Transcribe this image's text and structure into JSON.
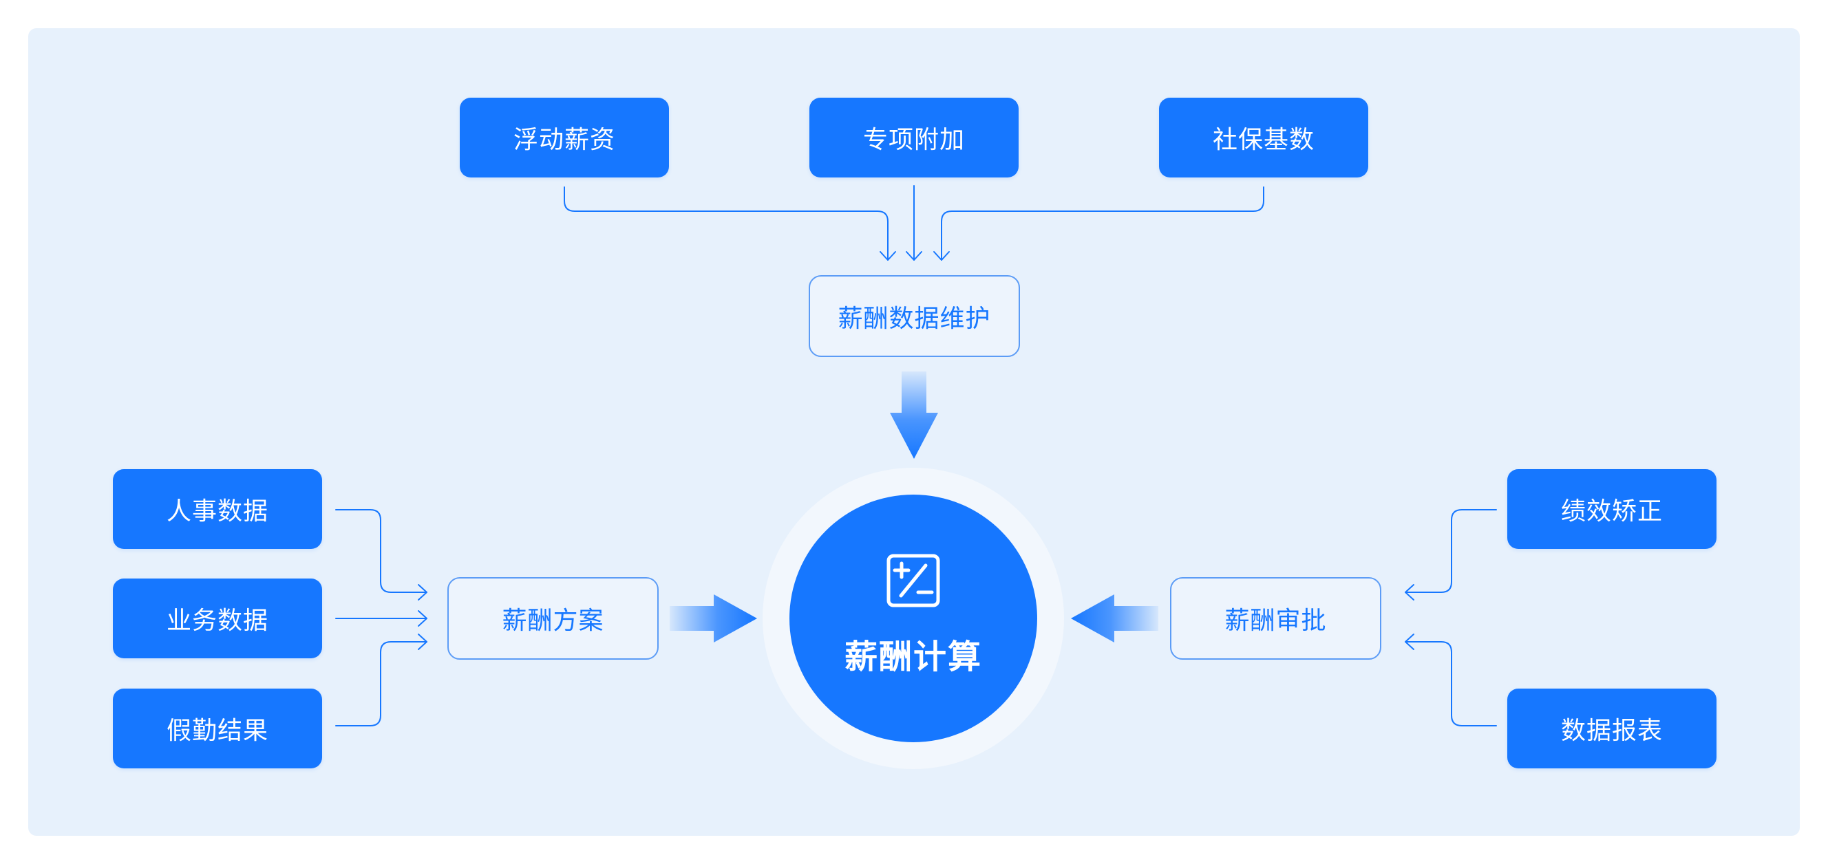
{
  "colors": {
    "background_panel": "#e7f1fc",
    "primary": "#1677ff",
    "outline_border": "#5c9cf6",
    "halo": "#f2f7fd",
    "text_on_primary": "#ffffff"
  },
  "top_sources": [
    {
      "label": "浮动薪资"
    },
    {
      "label": "专项附加"
    },
    {
      "label": "社保基数"
    }
  ],
  "maintenance": {
    "label": "薪酬数据维护"
  },
  "left_sources": [
    {
      "label": "人事数据"
    },
    {
      "label": "业务数据"
    },
    {
      "label": "假勤结果"
    }
  ],
  "left_stage": {
    "label": "薪酬方案"
  },
  "center": {
    "label": "薪酬计算",
    "icon": "calculator-plus-minus-icon"
  },
  "right_stage": {
    "label": "薪酬审批"
  },
  "right_sources": [
    {
      "label": "绩效矫正"
    },
    {
      "label": "数据报表"
    }
  ]
}
